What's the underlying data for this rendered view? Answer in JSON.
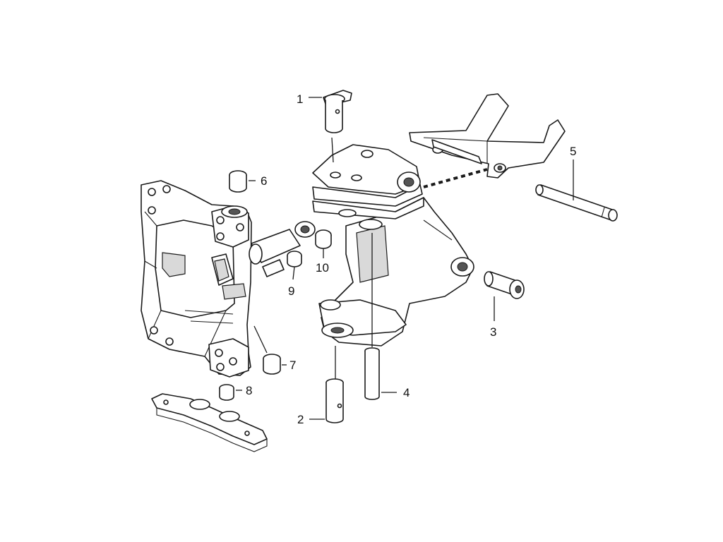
{
  "callouts": {
    "c1": "1",
    "c2": "2",
    "c3": "3",
    "c4": "4",
    "c5": "5",
    "c6": "6",
    "c7": "7",
    "c8": "8",
    "c9": "9",
    "c10": "10"
  },
  "colors": {
    "line": "#1a1a1a",
    "shade": "#d9d9d9",
    "background": "#ffffff"
  }
}
